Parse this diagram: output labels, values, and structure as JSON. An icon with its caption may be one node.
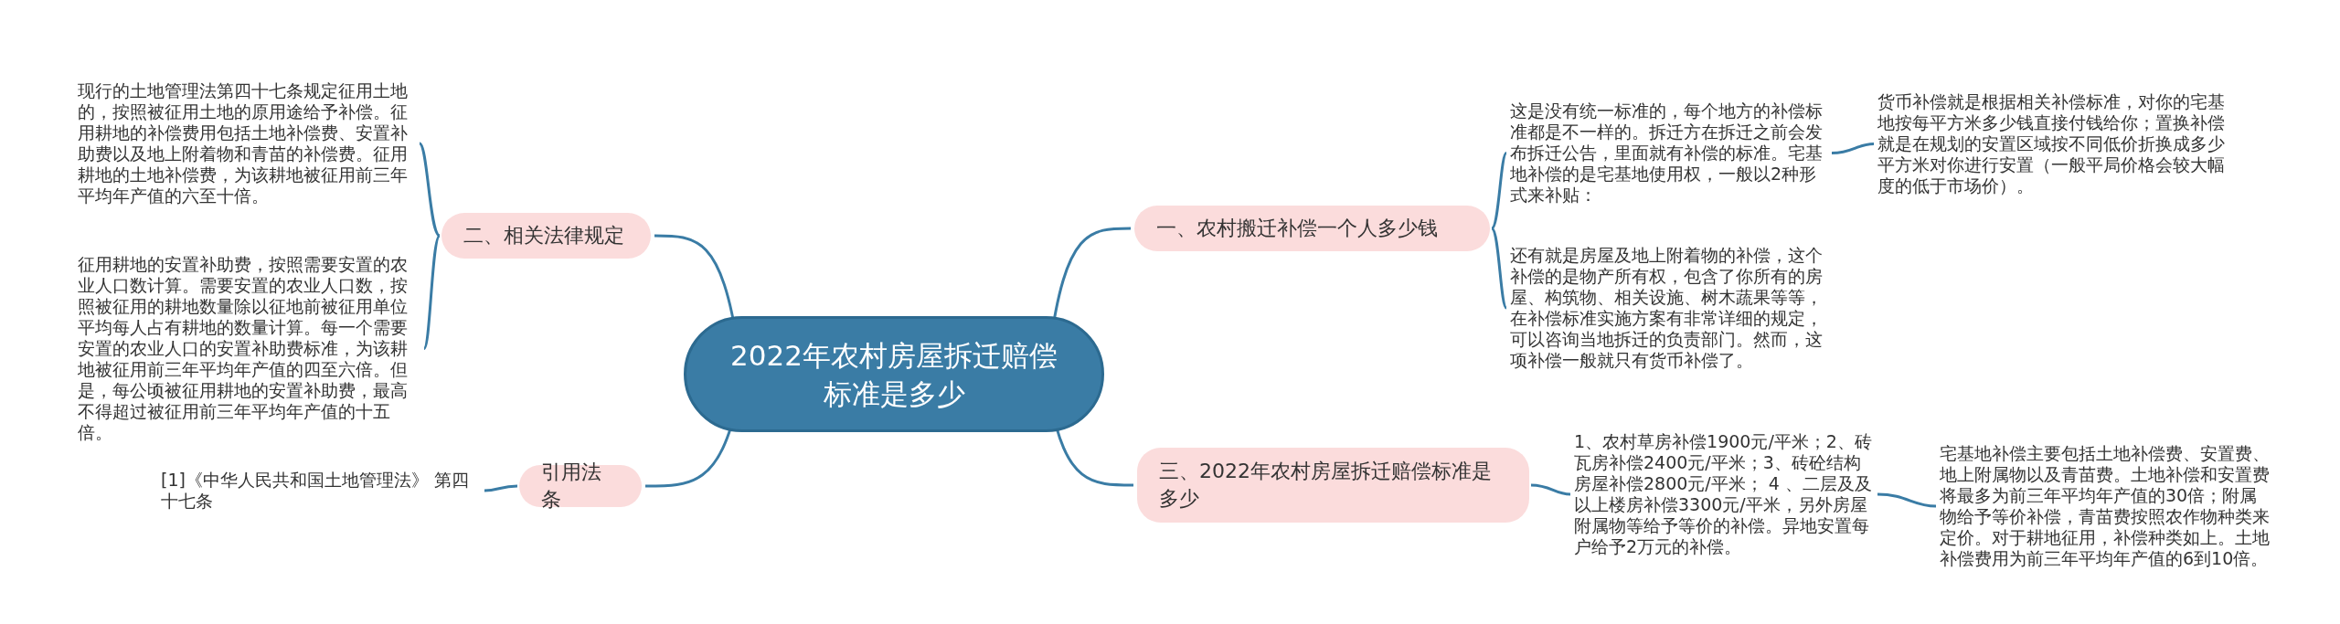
{
  "diagram": {
    "nodes": [
      {
        "text": [
          "2022年农村房屋拆迁赔偿标准是多少"
        ]
      },
      {
        "text": [
          "一、农村搬迁补偿一个人多少钱"
        ]
      },
      {
        "text": [
          "三、2022年农村房屋拆迁赔偿标准是多少"
        ]
      },
      {
        "text": [
          "二、相关法律规定"
        ]
      },
      {
        "text": [
          "引用法条"
        ]
      },
      {
        "text": [
          "现行的土地管理法第四十七条规定征用土地的，按照被征用土地的原用途给予补偿。征用耕地的补偿费用包括土地补偿费、安置补助费以及地上附着物和青苗的补偿费。征用耕地的土地补偿费，为该耕地被征用前三年平均年产值的六至十倍。"
        ]
      },
      {
        "text": [
          "征用耕地的安置补助费，按照需要安置的农业人口数计算。需要安置的农业人口数，按照被征用的耕地数量除以征地前被征用单位平均每人占有耕地的数量计算。每一个需要安置的农业人口的安置补助费标准，为该耕地被征用前三年平均年产值的四至六倍。但是，每公顷被征用耕地的安置补助费，最高不得超过被征用前三年平均年产值的十五倍。"
        ]
      },
      {
        "text": [
          "[1]《中华人民共和国土地管理法》 第四十七条"
        ]
      },
      {
        "text": [
          "这是没有统一标准的，每个地方的补偿标准都是不一样的。拆迁方在拆迁之前会发布拆迁公告，里面就有补偿的标准。宅基地补偿的是宅基地使用权，一般以2种形式来补贴："
        ]
      },
      {
        "text": [
          "货币补偿就是根据相关补偿标准，对你的宅基地按每平方米多少钱直接付钱给你；置换补偿就是在规划的安置区域按不同低价折换成多少平方米对你进行安置（一般平局价格会较大幅度的低于市场价）。"
        ]
      },
      {
        "text": [
          "还有就是房屋及地上附着物的补偿，这个补偿的是物产所有权，包含了你所有的房屋、构筑物、相关设施、树木蔬果等等，在补偿标准实施方案有非常详细的规定，可以咨询当地拆迁的负责部门。然而，这项补偿一般就只有货币补偿了。"
        ]
      },
      {
        "text": [
          "1、农村草房补偿1900元/平米；2、砖瓦房补偿2400元/平米；3、砖砼结构房屋补偿2800元/平米； 4 、二层及及以上楼房补偿3300元/平米，另外房屋附属物等给予等价的补偿。异地安置每户给予2万元的补偿。"
        ]
      },
      {
        "text": [
          "宅基地补偿主要包括土地补偿费、安置费、地上附属物以及青苗费。土地补偿和安置费将最多为前三年平均年产值的30倍；附属物给予等价补偿，青苗费按照农作物种类来定价。对于耕地征用，补偿种类如上。土地补偿费用为前三年平均年产值的6到10倍。"
        ]
      }
    ],
    "edges": [
      {
        "from": 0,
        "to": 1,
        "arrow": "none"
      },
      {
        "from": 0,
        "to": 2,
        "arrow": "none"
      },
      {
        "from": 0,
        "to": 3,
        "arrow": "none"
      },
      {
        "from": 0,
        "to": 4,
        "arrow": "none"
      },
      {
        "from": 1,
        "to": 8,
        "arrow": "none"
      },
      {
        "from": 1,
        "to": 10,
        "arrow": "none"
      },
      {
        "from": 8,
        "to": 9,
        "arrow": "none"
      },
      {
        "from": 2,
        "to": 11,
        "arrow": "none"
      },
      {
        "from": 11,
        "to": 12,
        "arrow": "none"
      },
      {
        "from": 3,
        "to": 5,
        "arrow": "none"
      },
      {
        "from": 3,
        "to": 6,
        "arrow": "none"
      },
      {
        "from": 4,
        "to": 7,
        "arrow": "none"
      }
    ]
  }
}
